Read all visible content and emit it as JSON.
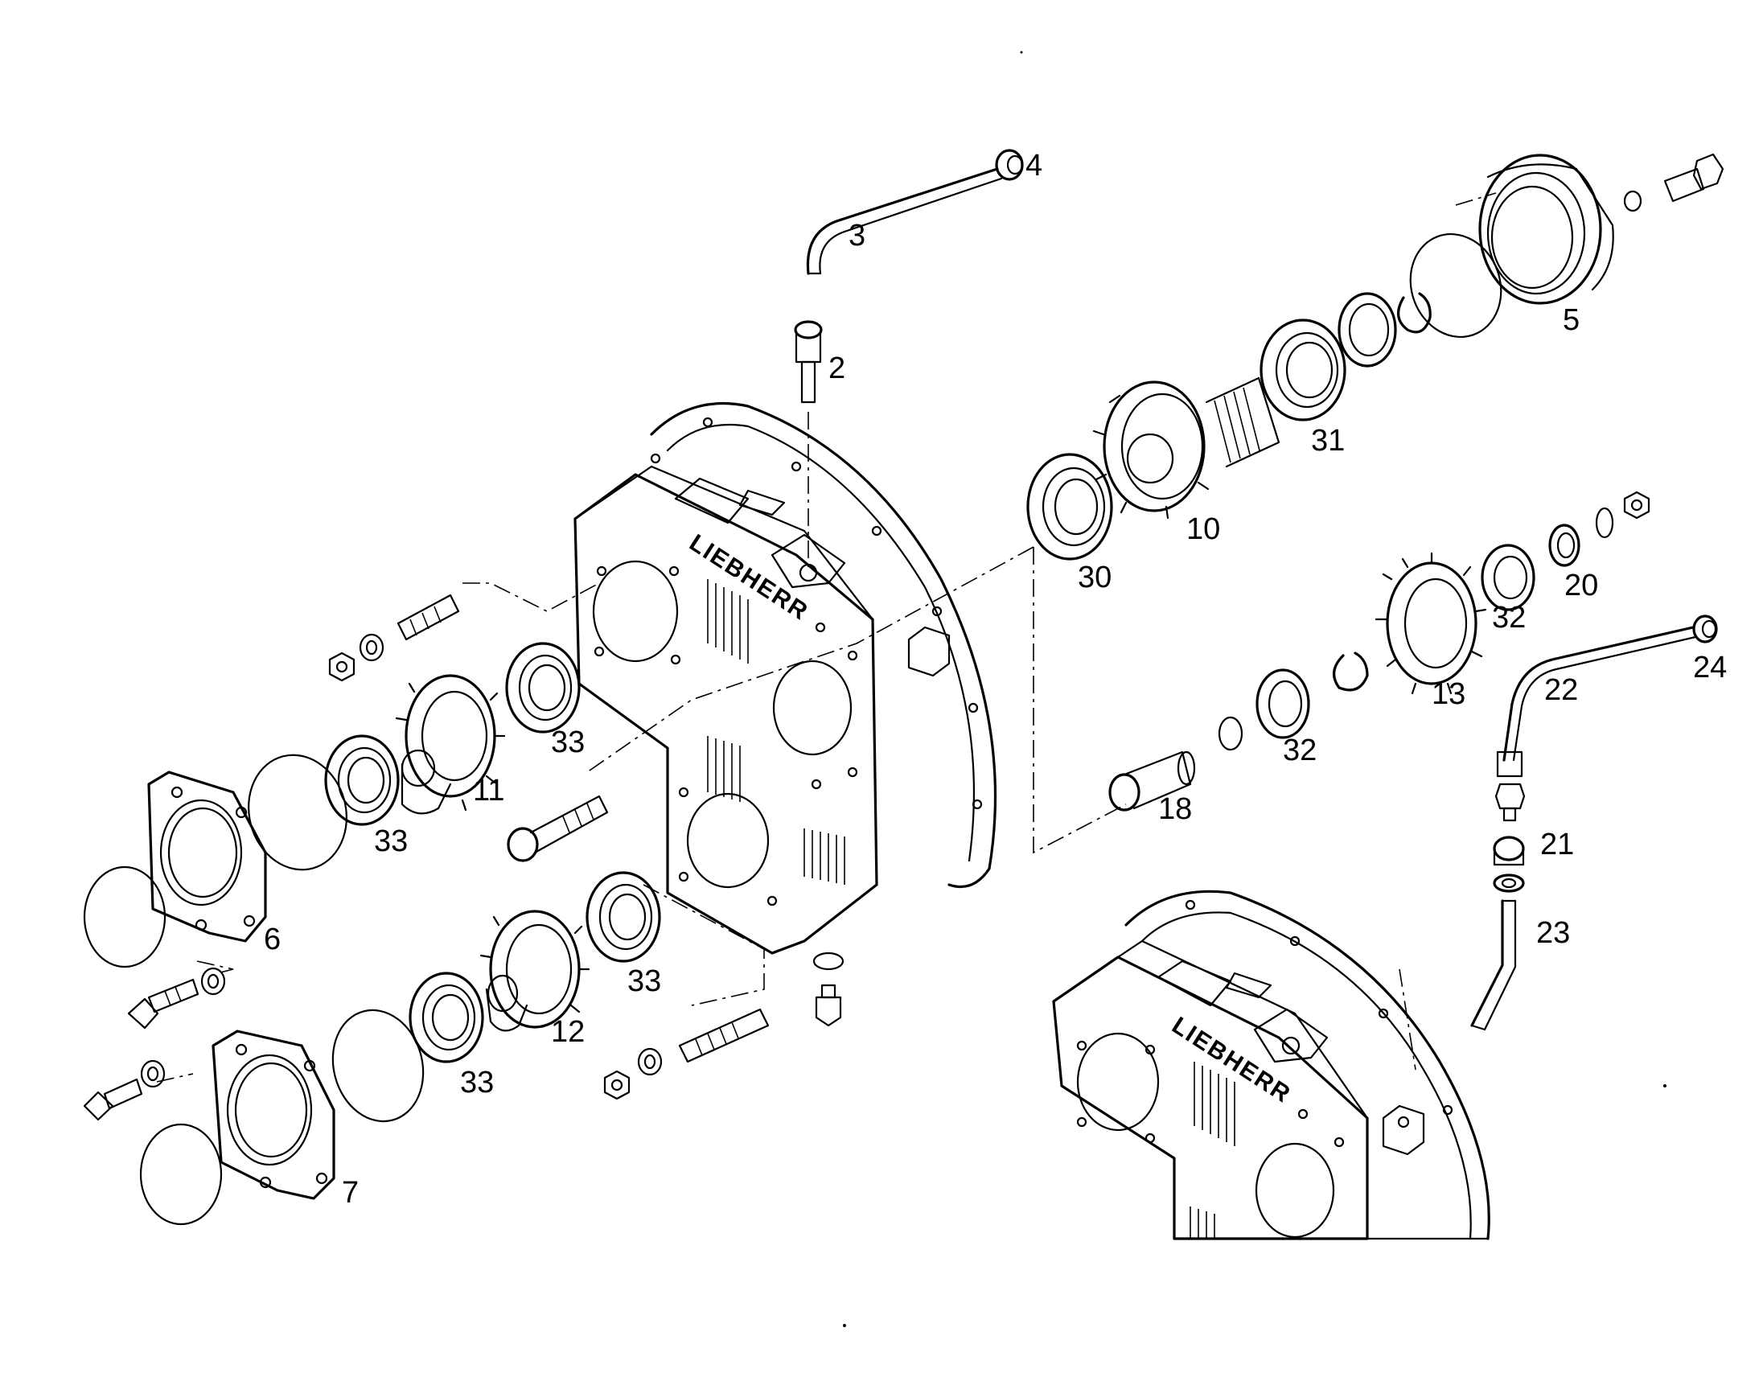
{
  "diagram": {
    "brand_text": "LIEBHERR",
    "callouts": [
      {
        "id": "p2",
        "text": "2"
      },
      {
        "id": "p3",
        "text": "3"
      },
      {
        "id": "p4",
        "text": "4"
      },
      {
        "id": "p5",
        "text": "5"
      },
      {
        "id": "p6",
        "text": "6"
      },
      {
        "id": "p7",
        "text": "7"
      },
      {
        "id": "p10",
        "text": "10"
      },
      {
        "id": "p11",
        "text": "11"
      },
      {
        "id": "p12",
        "text": "12"
      },
      {
        "id": "p13",
        "text": "13"
      },
      {
        "id": "p18",
        "text": "18"
      },
      {
        "id": "p20",
        "text": "20"
      },
      {
        "id": "p21",
        "text": "21"
      },
      {
        "id": "p22",
        "text": "22"
      },
      {
        "id": "p23",
        "text": "23"
      },
      {
        "id": "p24",
        "text": "24"
      },
      {
        "id": "p30",
        "text": "30"
      },
      {
        "id": "p31",
        "text": "31"
      },
      {
        "id": "p32a",
        "text": "32"
      },
      {
        "id": "p32b",
        "text": "32"
      },
      {
        "id": "p33a",
        "text": "33"
      },
      {
        "id": "p33b",
        "text": "33"
      },
      {
        "id": "p33c",
        "text": "33"
      },
      {
        "id": "p33d",
        "text": "33"
      }
    ]
  }
}
